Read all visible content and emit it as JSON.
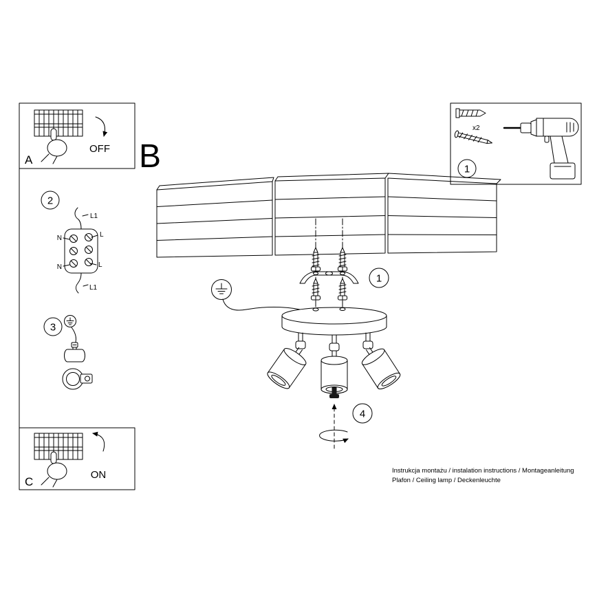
{
  "sheet": {
    "section_label": "B"
  },
  "panel_a": {
    "letter": "A",
    "state": "OFF"
  },
  "panel_c": {
    "letter": "C",
    "state": "ON"
  },
  "tools": {
    "step_number": "1",
    "anchor_count": "x2"
  },
  "steps": {
    "wiring": "2",
    "earthing": "3",
    "bracket": "1",
    "adjust": "4"
  },
  "wiring": {
    "top_label": "L1",
    "neutral_top": "N",
    "live_top": "L",
    "neutral_bottom": "N",
    "live_bottom": "L",
    "bottom_label": "L1"
  },
  "footer": {
    "line1": "Instrukcja montażu / instalation instructions / Montageanleitung",
    "line2": "Plafon / Ceiling lamp / Deckenleuchte"
  }
}
